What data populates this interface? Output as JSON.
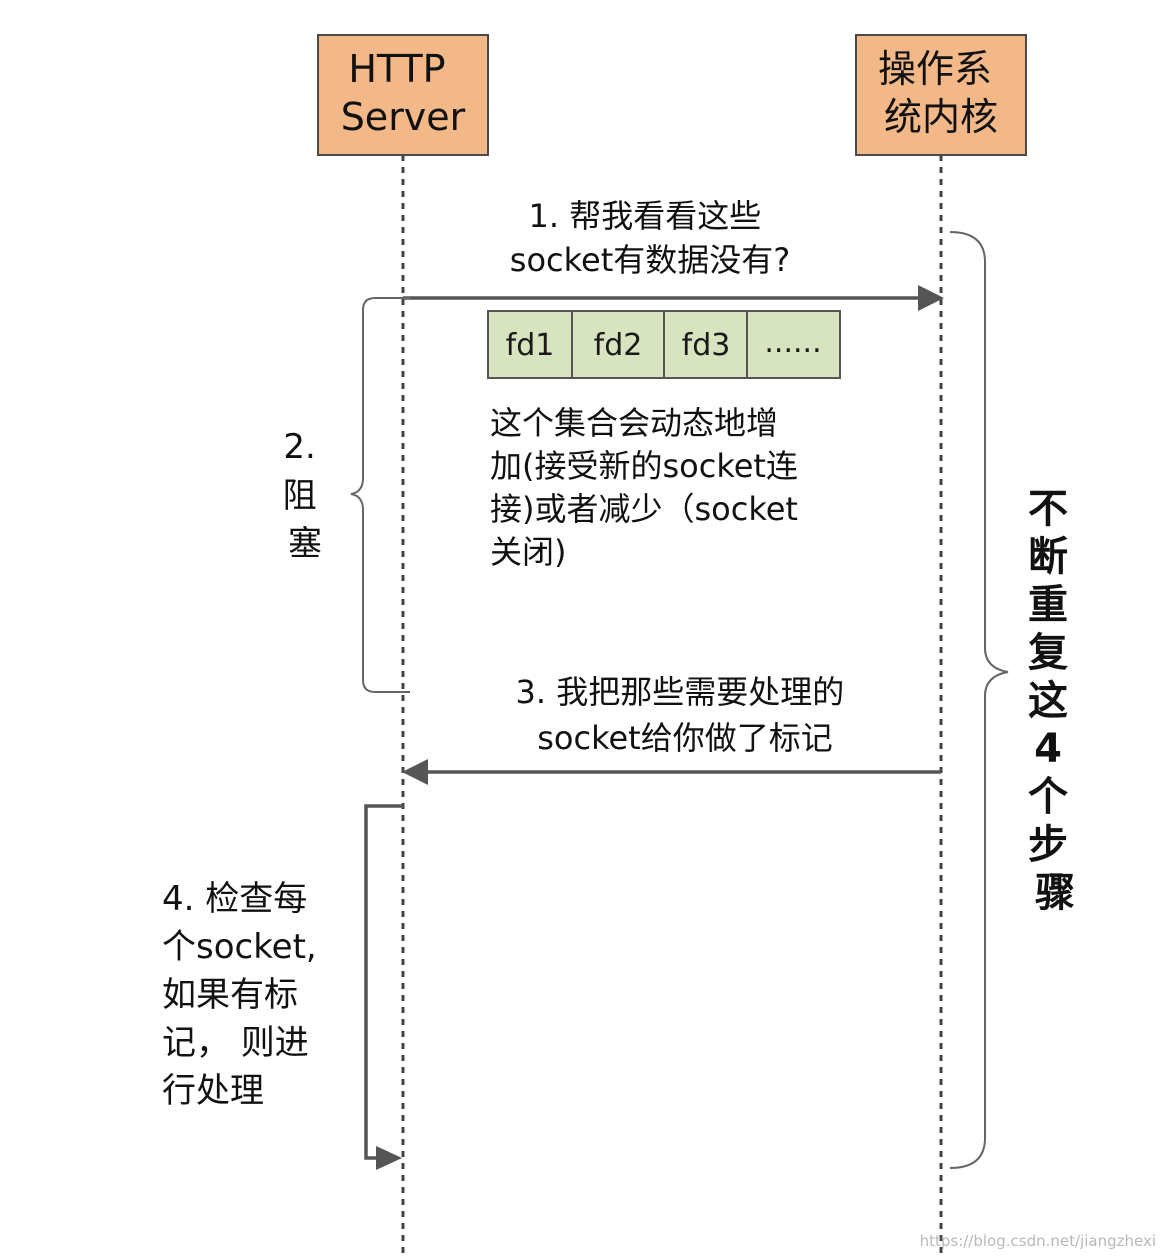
{
  "actors": {
    "server_lines": [
      "HTTP",
      "Server"
    ],
    "kernel_lines": [
      "操作系",
      "统内核"
    ]
  },
  "messages": {
    "step1_lines": [
      "1. 帮我看看这些",
      "socket有数据没有?"
    ],
    "step3_lines": [
      "3. 我把那些需要处理的",
      "socket给你做了标记"
    ]
  },
  "fd_set": {
    "cells": [
      "fd1",
      "fd2",
      "fd3",
      "......"
    ]
  },
  "note": {
    "lines": [
      "这个集合会动态地增",
      "加(接受新的socket连",
      "接)或者减少（socket",
      "关闭)"
    ]
  },
  "steps": {
    "step2_lines": [
      "2.",
      "阻",
      "塞"
    ],
    "step4_lines": [
      "4. 检查每",
      "个socket,",
      "如果有标",
      "记， 则进",
      "行处理"
    ]
  },
  "repeat": {
    "chars": [
      "不",
      "断",
      "重",
      "复",
      "这",
      "4",
      "个",
      "步",
      "骤"
    ]
  },
  "watermark": "https://blog.csdn.net/jiangzhexi"
}
